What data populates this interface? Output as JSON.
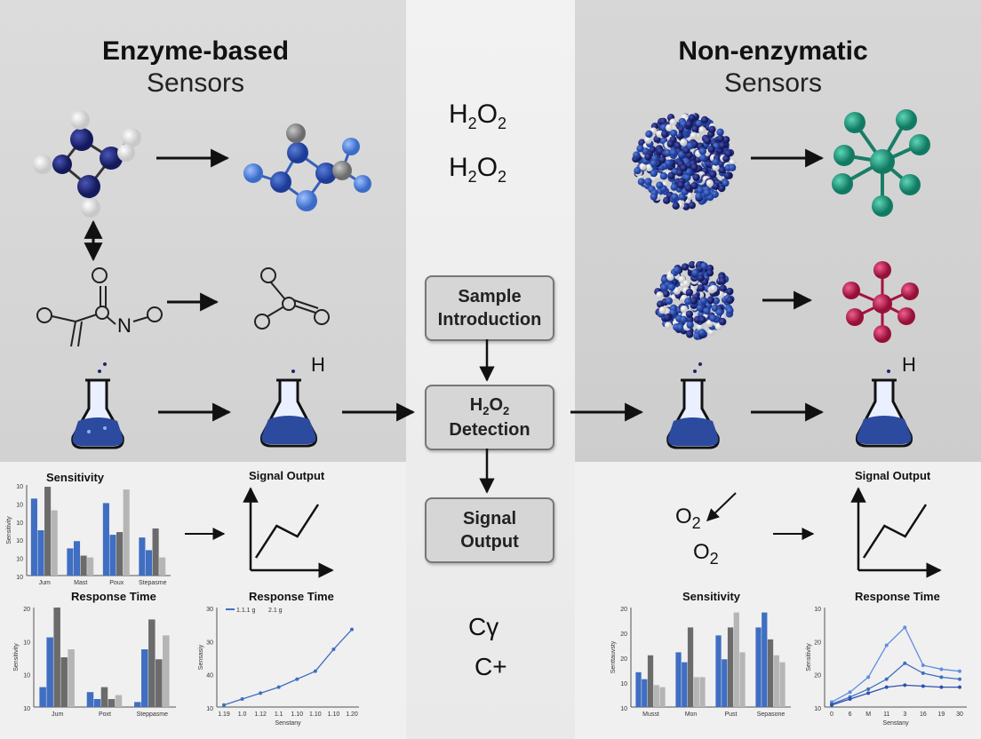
{
  "left_title": {
    "bold": "Enzyme-based",
    "light": "Sensors"
  },
  "right_title": {
    "bold": "Non-enzymatic",
    "light": "Sensors"
  },
  "center": {
    "h2o2_1": "H2O2",
    "h2o2_2": "H2O2",
    "boxes": [
      "Sample Introduction",
      "H2O2 Detection",
      "Signal Output"
    ],
    "bottom_glyph_1": "Cγ",
    "bottom_glyph_2": "C+"
  },
  "labels": {
    "n_atom": "N",
    "h_left": "H",
    "h_right": "H",
    "o2_a": "O2",
    "o2_b": "O2"
  },
  "colors": {
    "navy": "#1c2470",
    "blue": "#2f4fb0",
    "light_blue": "#5f8ee0",
    "teal": "#1f9a80",
    "crimson": "#c0194a",
    "bar_blue": "#3f6ec2",
    "bar_dark": "#6b6b6b",
    "bar_light": "#b5b5b5"
  },
  "chart_data": [
    {
      "type": "bar",
      "title": "Sensitivity",
      "ylabel": "Sensitivity",
      "yticks": [
        "10",
        "10",
        "10",
        "10",
        "10",
        "10"
      ],
      "categories": [
        "Jum",
        "Mast",
        "Poux",
        "Stepasme"
      ],
      "series": [
        {
          "values": [
            85,
            30,
            80,
            42
          ]
        },
        {
          "values": [
            50,
            38,
            45,
            28
          ]
        },
        {
          "values": [
            98,
            22,
            48,
            52
          ]
        },
        {
          "values": [
            72,
            20,
            95,
            20
          ]
        }
      ]
    },
    {
      "type": "line",
      "title": "Signal Output",
      "values": [
        10,
        55,
        40,
        85
      ]
    },
    {
      "type": "bar",
      "title": "Response Time",
      "ylabel": "Sensitivity",
      "yticks": [
        "20",
        "10",
        "10",
        "10"
      ],
      "categories": [
        "Jum",
        "Poxt",
        "Steppasme"
      ],
      "series": [
        {
          "values": [
            20,
            15,
            5
          ]
        },
        {
          "values": [
            70,
            8,
            58
          ]
        },
        {
          "values": [
            100,
            20,
            88
          ]
        },
        {
          "values": [
            50,
            8,
            48
          ]
        },
        {
          "values": [
            58,
            12,
            72
          ]
        }
      ]
    },
    {
      "type": "line",
      "title": "Response Time",
      "xlabel": "Senstany",
      "ylabel": "Sensasiy",
      "yticks": [
        "30",
        "30",
        "40",
        "10"
      ],
      "xticks": [
        "1.19",
        "1.0",
        "1.12",
        "1.1",
        "1.10",
        "1.10",
        "1.10",
        "1.20"
      ],
      "legend": [
        "1.1.1 g",
        "2.1 g"
      ],
      "values": [
        2,
        8,
        14,
        20,
        28,
        36,
        58,
        78
      ]
    },
    {
      "type": "line",
      "title": "Signal Output",
      "values": [
        10,
        55,
        40,
        85
      ]
    },
    {
      "type": "bar",
      "title": "Sensitivity",
      "ylabel": "Senttauvsty",
      "yticks": [
        "20",
        "20",
        "20",
        "10",
        "10"
      ],
      "categories": [
        "Musst",
        "Mon",
        "Pust",
        "Sepasone"
      ],
      "series": [
        {
          "values": [
            35,
            55,
            72,
            80
          ]
        },
        {
          "values": [
            28,
            45,
            48,
            95
          ]
        },
        {
          "values": [
            52,
            80,
            80,
            68
          ]
        },
        {
          "values": [
            22,
            30,
            95,
            52
          ]
        },
        {
          "values": [
            20,
            30,
            55,
            45
          ]
        }
      ]
    },
    {
      "type": "line",
      "title": "Response Time",
      "xlabel": "Senstany",
      "ylabel": "Sensitivity",
      "yticks": [
        "10",
        "20",
        "20",
        "10"
      ],
      "xticks": [
        "0",
        "6",
        "M",
        "11",
        "3",
        "16",
        "19",
        "30"
      ],
      "series": [
        {
          "values": [
            5,
            15,
            30,
            62,
            80,
            42,
            38,
            36
          ]
        },
        {
          "values": [
            3,
            10,
            18,
            28,
            44,
            34,
            30,
            28
          ]
        },
        {
          "values": [
            2,
            8,
            14,
            20,
            22,
            21,
            20,
            20
          ]
        }
      ]
    }
  ]
}
